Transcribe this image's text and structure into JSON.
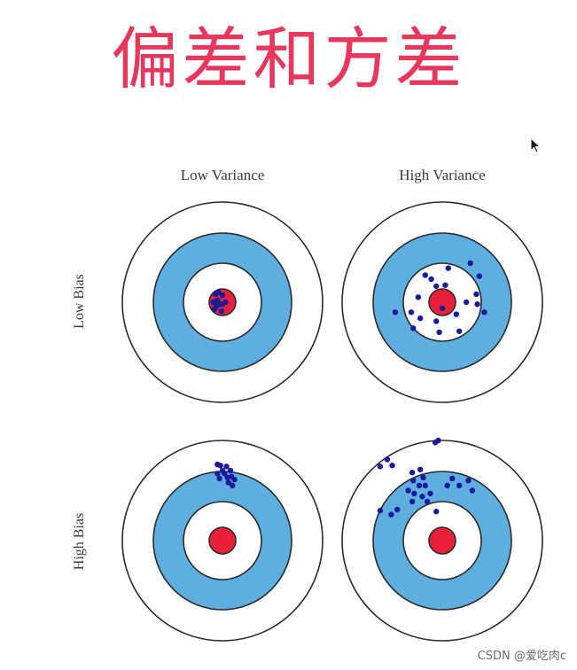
{
  "title": "偏差和方差",
  "columns": [
    "Low Variance",
    "High Variance"
  ],
  "rows": [
    "Low Bias",
    "High Bias"
  ],
  "watermark": "CSDN @爱吃肉c",
  "colors": {
    "title": "#e8375c",
    "ring_blue": "#5eaee0",
    "bullseye": "#e8203a",
    "points": "#1c1a9c",
    "ring_stroke": "#2b2b2b"
  },
  "panels": [
    {
      "name": "low-bias-low-variance",
      "points": [
        [
          -0.07,
          -0.08
        ],
        [
          -0.04,
          -0.1
        ],
        [
          0.0,
          -0.07
        ],
        [
          -0.09,
          0.0
        ],
        [
          -0.06,
          0.04
        ],
        [
          -0.03,
          0.02
        ],
        [
          0.0,
          0.02
        ],
        [
          -0.05,
          -0.02
        ],
        [
          -0.08,
          0.07
        ],
        [
          -0.01,
          0.09
        ],
        [
          0.03,
          0.0
        ]
      ]
    },
    {
      "name": "low-bias-high-variance",
      "points": [
        [
          0.28,
          -0.39
        ],
        [
          0.06,
          -0.34
        ],
        [
          -0.17,
          -0.27
        ],
        [
          0.37,
          -0.26
        ],
        [
          -0.06,
          -0.16
        ],
        [
          0.03,
          -0.17
        ],
        [
          0.34,
          -0.08
        ],
        [
          -0.24,
          -0.05
        ],
        [
          0.35,
          0.02
        ],
        [
          -0.47,
          0.1
        ],
        [
          -0.31,
          0.1
        ],
        [
          0.14,
          0.12
        ],
        [
          0.42,
          0.1
        ],
        [
          -0.22,
          0.16
        ],
        [
          -0.06,
          0.19
        ],
        [
          0.17,
          0.29
        ],
        [
          -0.29,
          0.26
        ],
        [
          -0.03,
          0.3
        ],
        [
          -0.11,
          -0.23
        ],
        [
          0.0,
          0.06
        ],
        [
          0.24,
          0.0
        ]
      ]
    },
    {
      "name": "high-bias-low-variance",
      "points": [
        [
          -0.05,
          -0.76
        ],
        [
          -0.02,
          -0.75
        ],
        [
          0.04,
          -0.74
        ],
        [
          0.08,
          -0.7
        ],
        [
          -0.05,
          -0.67
        ],
        [
          0.02,
          -0.67
        ],
        [
          0.09,
          -0.64
        ],
        [
          0.12,
          -0.61
        ],
        [
          -0.03,
          -0.62
        ],
        [
          0.06,
          -0.58
        ],
        [
          0.1,
          -0.55
        ],
        [
          0.0,
          -0.7
        ],
        [
          0.05,
          -0.63
        ]
      ]
    },
    {
      "name": "high-bias-high-variance",
      "points": [
        [
          -0.07,
          -0.98
        ],
        [
          -0.04,
          -1.0
        ],
        [
          -0.55,
          -0.81
        ],
        [
          -0.62,
          -0.74
        ],
        [
          -0.5,
          -0.75
        ],
        [
          -0.3,
          -0.68
        ],
        [
          -0.22,
          -0.71
        ],
        [
          -0.19,
          -0.63
        ],
        [
          -0.29,
          -0.6
        ],
        [
          -0.23,
          -0.55
        ],
        [
          -0.34,
          -0.5
        ],
        [
          -0.28,
          -0.47
        ],
        [
          -0.2,
          -0.44
        ],
        [
          -0.15,
          -0.39
        ],
        [
          -0.3,
          -0.39
        ],
        [
          -0.17,
          -0.55
        ],
        [
          0.1,
          -0.62
        ],
        [
          0.26,
          -0.6
        ],
        [
          0.17,
          -0.55
        ],
        [
          0.05,
          -0.55
        ],
        [
          -0.45,
          -0.31
        ],
        [
          -0.51,
          -0.26
        ],
        [
          -0.62,
          -0.3
        ],
        [
          -0.06,
          -0.29
        ],
        [
          -0.12,
          -0.47
        ],
        [
          0.3,
          -0.5
        ]
      ]
    }
  ]
}
